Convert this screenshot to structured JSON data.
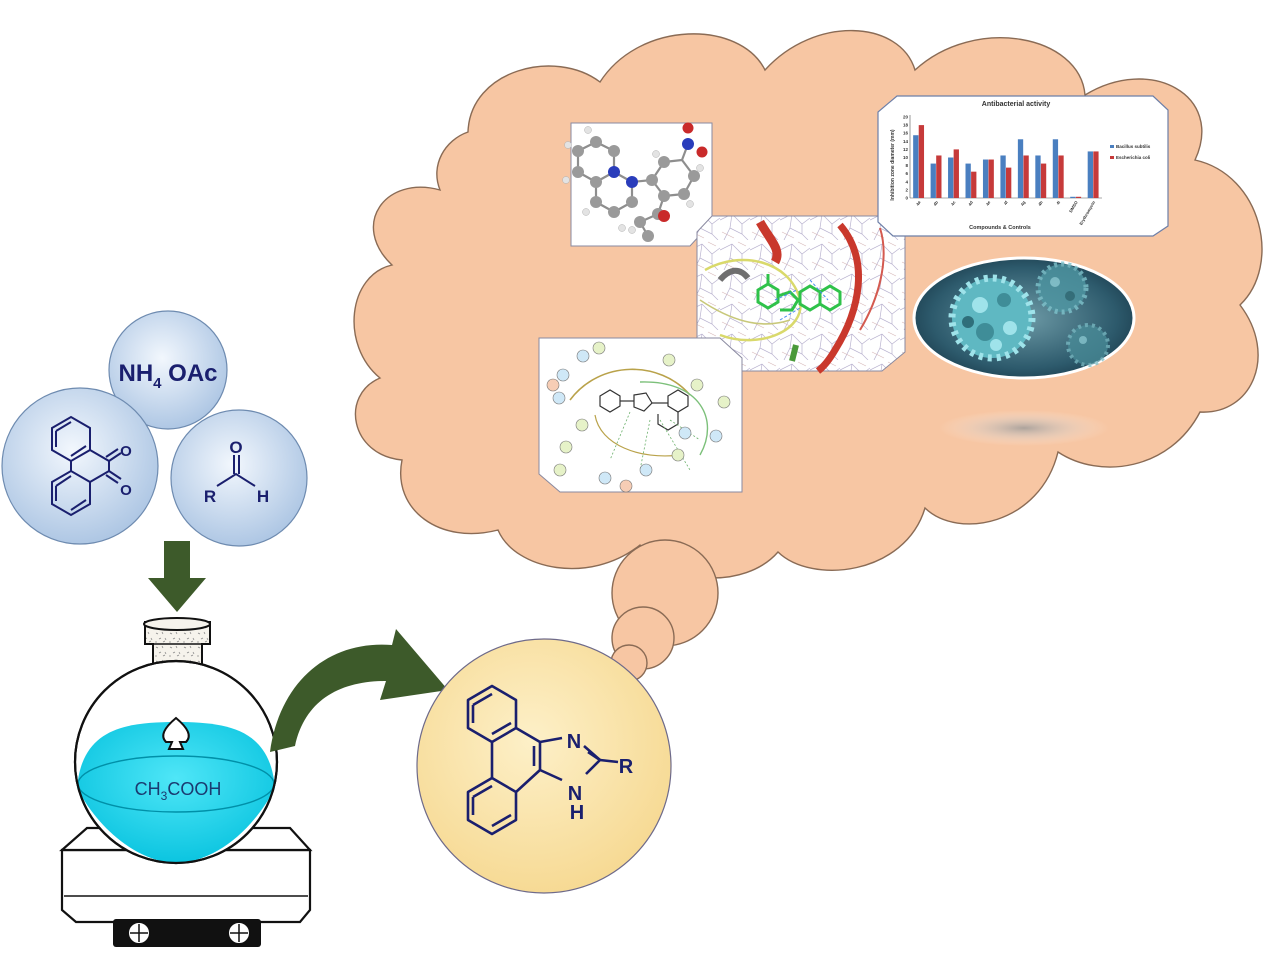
{
  "reagents": {
    "ammonium_acetate": {
      "main": "NH",
      "subscript": "4",
      "suffix": " OAc"
    },
    "phenanthrenequinone": {
      "oxygen_top": "O",
      "oxygen_bottom": "O"
    },
    "aldehyde": {
      "oxygen": "O",
      "r_group": "R",
      "hydrogen": "H"
    }
  },
  "solvent": {
    "prefix": "CH",
    "subscript": "3",
    "suffix": "COOH"
  },
  "product": {
    "n_top": "N",
    "r_group": "R",
    "nh_n": "N",
    "nh_h": "H"
  },
  "chart_thumbnail": {
    "title": "Antibacterial activity",
    "ylabel": "Inhibition zone diameter (mm)",
    "xlabel": "Compounds & Controls",
    "yticks": [
      "0",
      "2",
      "4",
      "6",
      "8",
      "10",
      "12",
      "14",
      "16",
      "18",
      "20"
    ],
    "legend": [
      "Bacillus subtilis",
      "Escherichia coli"
    ],
    "legend_colors": [
      "#4a7fc0",
      "#c63a3a"
    ]
  },
  "chart_data": {
    "type": "bar",
    "title": "Antibacterial activity",
    "xlabel": "Compounds & Controls",
    "ylabel": "Inhibition zone diameter (mm)",
    "ylim": [
      0,
      20
    ],
    "categories": [
      "4a",
      "4b",
      "4c",
      "4d",
      "4e",
      "4f",
      "4g",
      "4h",
      "4i",
      "DMSO",
      "Erythromycin"
    ],
    "series": [
      {
        "name": "Bacillus subtilis",
        "values": [
          15.5,
          8.5,
          10,
          8.5,
          9.5,
          10.5,
          14.5,
          10.5,
          14.5,
          0.3,
          11.5
        ]
      },
      {
        "name": "Escherichia coli",
        "values": [
          18,
          10.5,
          12,
          6.5,
          9.5,
          7.5,
          10.5,
          8.5,
          10.5,
          0.3,
          11.5
        ]
      }
    ],
    "legend_position": "right",
    "grid": false
  },
  "colors": {
    "cloud_fill": "#f7c6a3",
    "cloud_stroke": "#8a6b55",
    "reagent_bubble": "#c9d9ec",
    "product_bubble": "#fbe3a4",
    "solvent": "#00d5ef",
    "arrow_green": "#3d5a2a",
    "ink": "#1a1f6e"
  },
  "icons": [
    "down-arrow-icon",
    "curved-arrow-icon",
    "stir-bar-icon",
    "knob-icon"
  ]
}
